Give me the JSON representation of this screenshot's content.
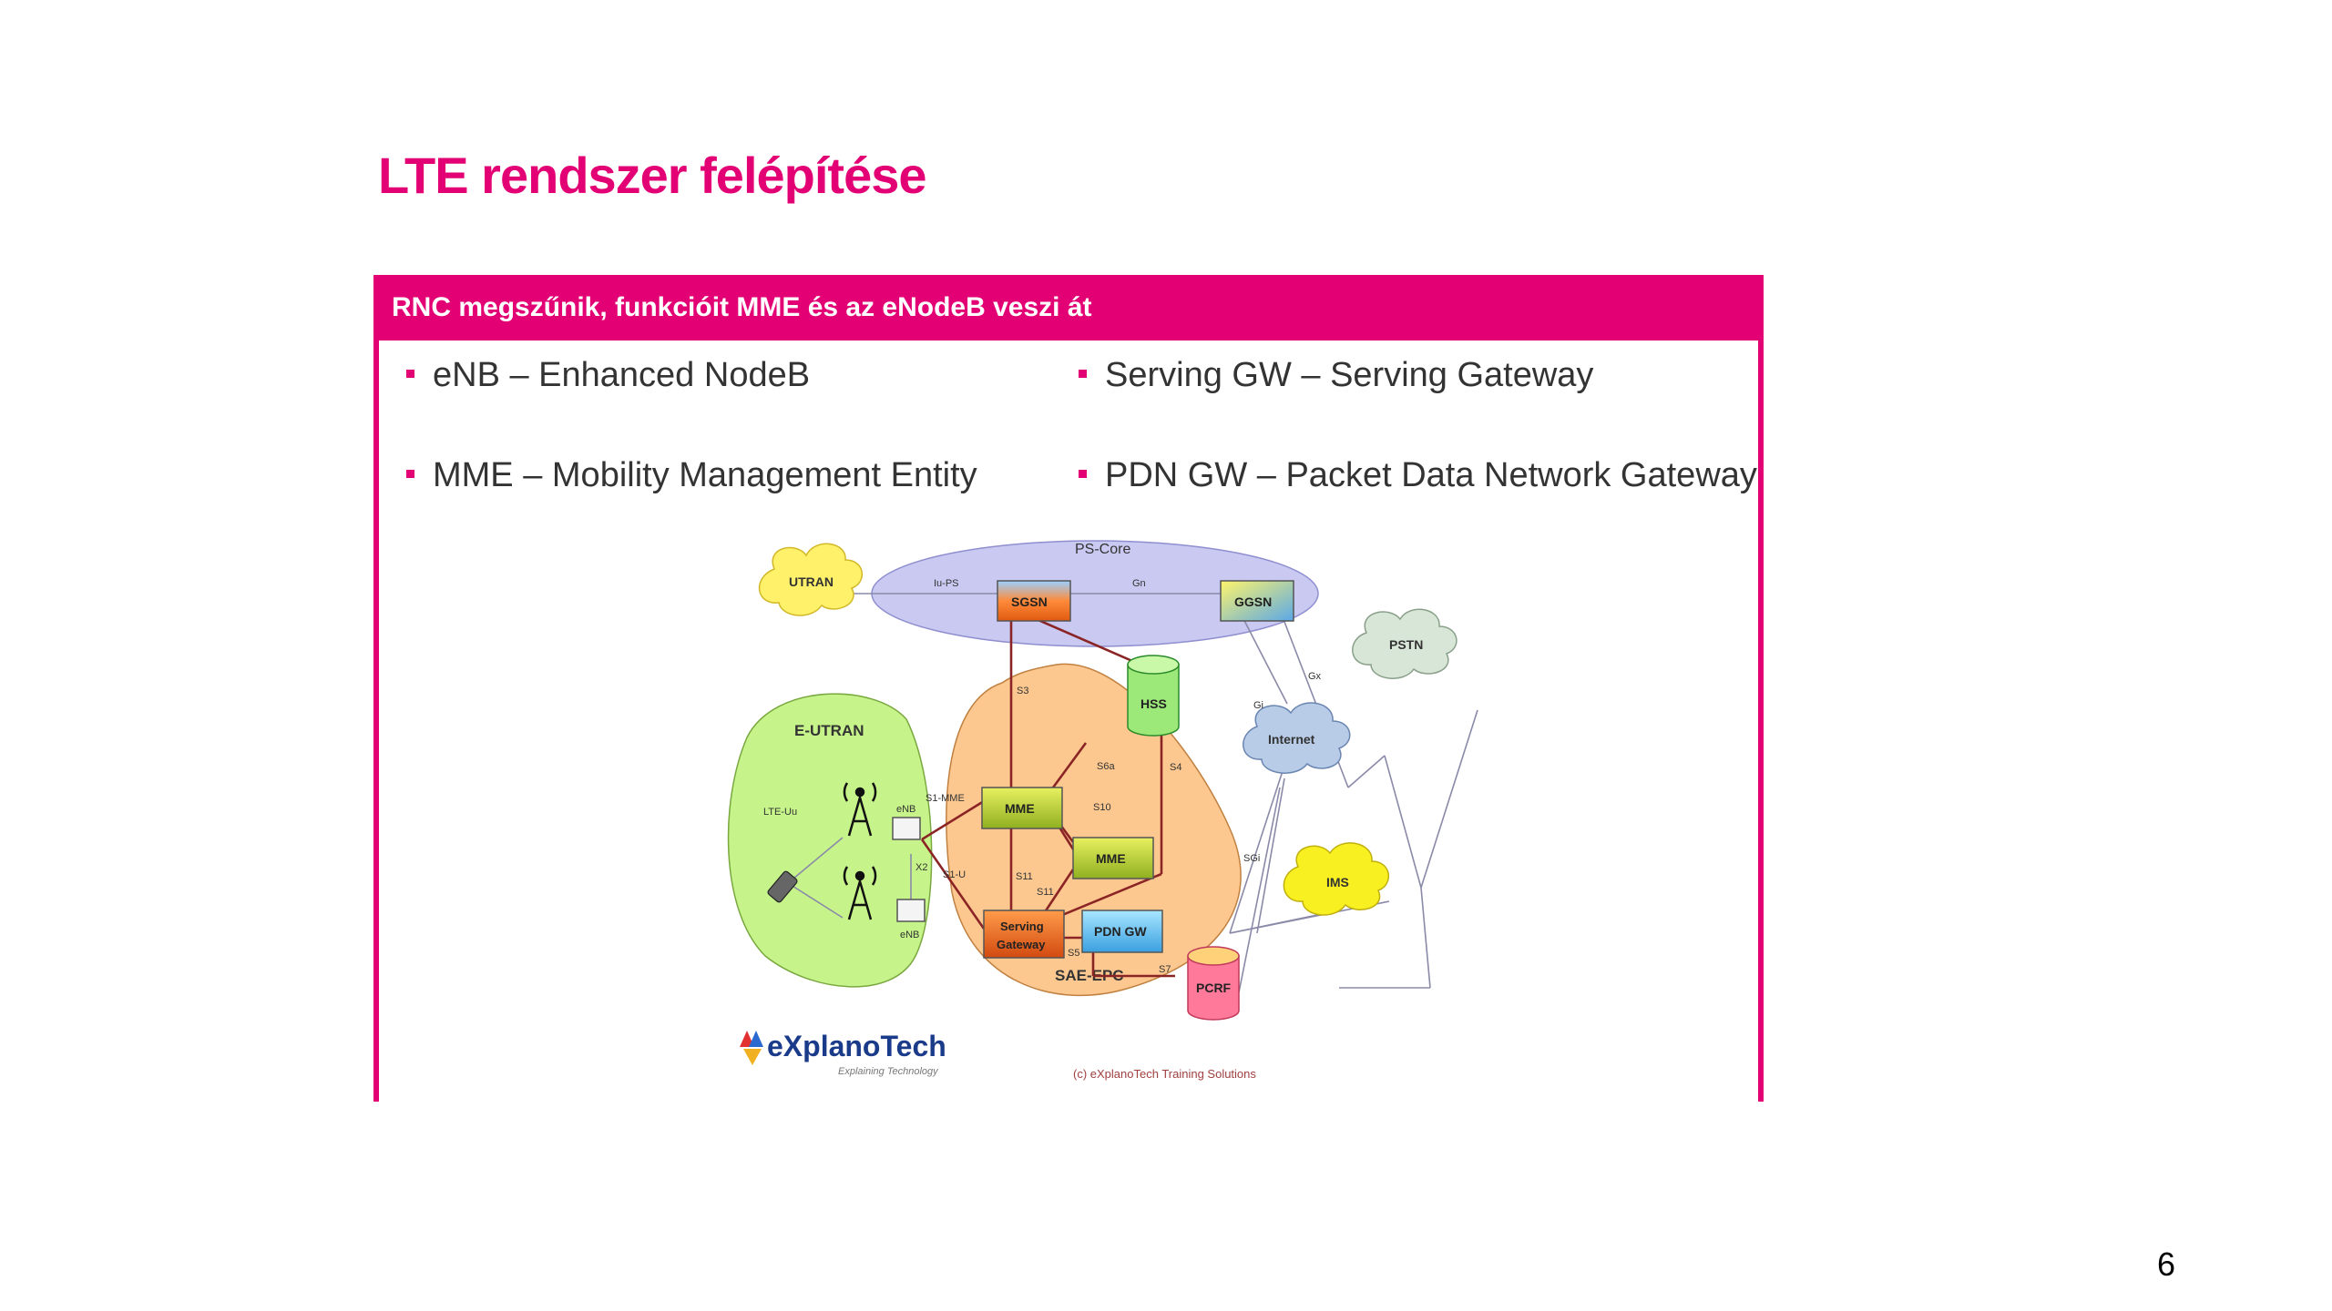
{
  "slide": {
    "title": "LTE rendszer felépítése",
    "page_number": "6"
  },
  "box": {
    "header": "RNC megszűnik,  funkcióit MME és az eNodeB veszi át",
    "bullets": [
      "eNB – Enhanced NodeB",
      "Serving GW – Serving Gateway",
      "MME – Mobility Management Entity",
      "PDN GW – Packet Data Network Gateway"
    ]
  },
  "diagram": {
    "clouds": {
      "utran": "UTRAN",
      "pstn": "PSTN",
      "internet": "Internet",
      "ims": "IMS"
    },
    "regions": {
      "ps_core": "PS-Core",
      "e_utran": "E-UTRAN",
      "sae_epc": "SAE-EPC"
    },
    "nodes": {
      "sgsn": "SGSN",
      "ggsn": "GGSN",
      "hss": "HSS",
      "mme_1": "MME",
      "mme_2": "MME",
      "serving_gw_line1": "Serving",
      "serving_gw_line2": "Gateway",
      "pdn_gw": "PDN GW",
      "pcrf": "PCRF",
      "enb_1": "eNB",
      "enb_2": "eNB"
    },
    "interfaces": {
      "iu_ps": "Iu-PS",
      "gn": "Gn",
      "s3": "S3",
      "s6a": "S6a",
      "s4": "S4",
      "gi": "Gi",
      "gx": "Gx",
      "s1_mme": "S1-MME",
      "s10": "S10",
      "s11a": "S11",
      "s11b": "S11",
      "s1_u": "S1-U",
      "s5": "S5",
      "s7": "S7",
      "sgi": "SGi",
      "x2": "X2",
      "lte_uu": "LTE-Uu"
    },
    "logo_text": "eXplanoTech",
    "logo_tagline": "Explaining Technology",
    "copyright": "(c) eXplanoTech Training Solutions"
  }
}
